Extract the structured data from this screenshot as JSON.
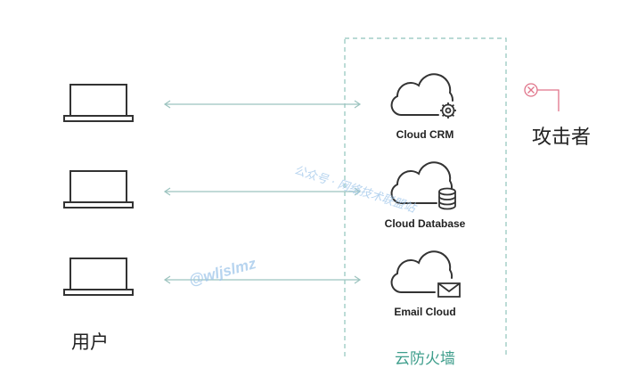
{
  "services": [
    {
      "label": "Cloud CRM",
      "badge": "gear-icon"
    },
    {
      "label": "Cloud Database",
      "badge": "database-icon"
    },
    {
      "label": "Email Cloud",
      "badge": "envelope-icon"
    }
  ],
  "users_label": "用户",
  "attacker_label": "攻击者",
  "firewall_label": "云防火墙",
  "watermark": {
    "line1": "公众号 · 网络技术联盟站",
    "line2": "@wljslmz"
  },
  "colors": {
    "stroke": "#333333",
    "arrow": "#9cc3bf",
    "firewall_border": "#8fc4bc",
    "firewall_text": "#3f9e8c",
    "attacker_mark": "#e0748a",
    "watermark": "#9fc6ea"
  }
}
